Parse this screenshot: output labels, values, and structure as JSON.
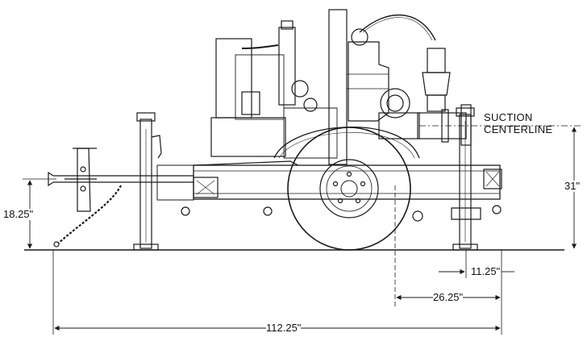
{
  "annotations": {
    "suction_line1": "SUCTION",
    "suction_line2": "CENTERLINE"
  },
  "dimensions": {
    "hitch_height": "18.25\"",
    "suction_height": "31\"",
    "rear_jack_offset": "11.25\"",
    "axle_to_rear": "26.25\"",
    "overall_length": "112.25\""
  },
  "colors": {
    "ink": "#1a1a1a",
    "background": "#ffffff"
  }
}
